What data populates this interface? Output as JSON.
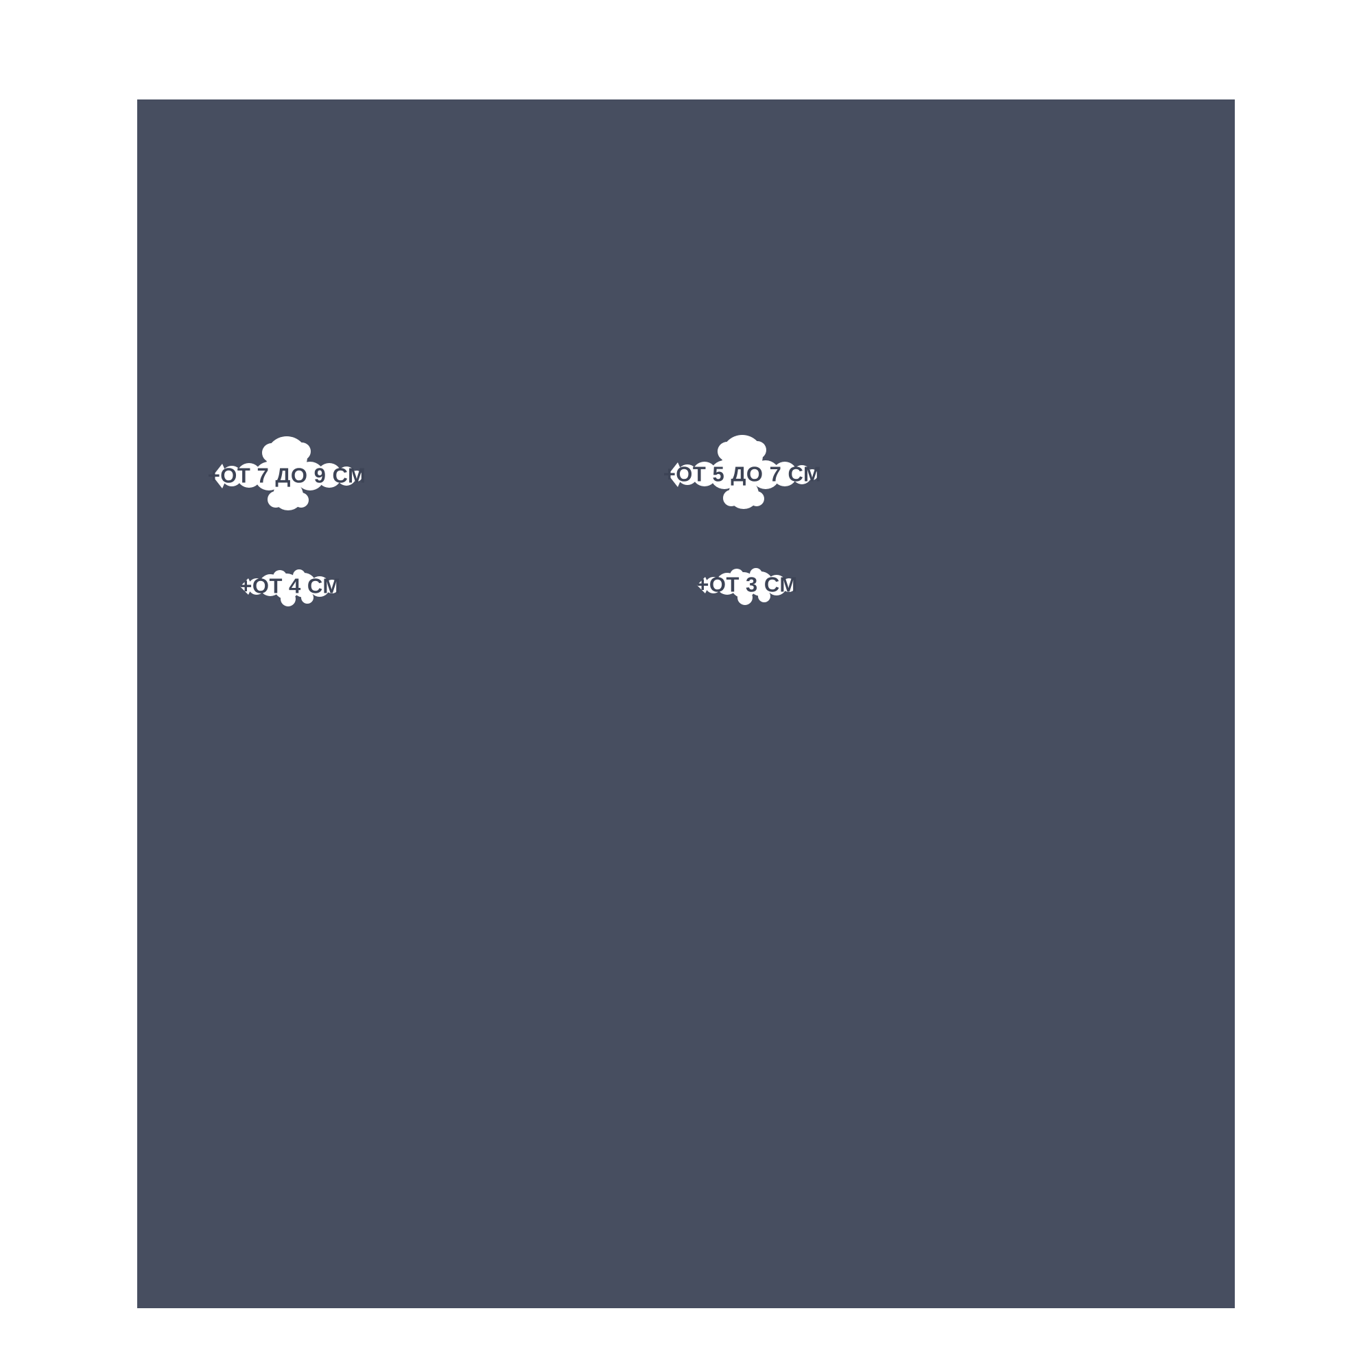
{
  "colors": {
    "page_background": "#ffffff",
    "panel_color": "#474e60",
    "splat_color": "#ffffff",
    "text_color": "#3d4456"
  },
  "callouts": [
    {
      "id": "top-left",
      "label": "+ОТ 7 ДО 9 СМ"
    },
    {
      "id": "top-right",
      "label": "+ОТ 5 ДО 7 СМ"
    },
    {
      "id": "bottom-left",
      "label": "+ОТ 4 СМ"
    },
    {
      "id": "bottom-right",
      "label": "+ОТ 3 СМ"
    }
  ]
}
